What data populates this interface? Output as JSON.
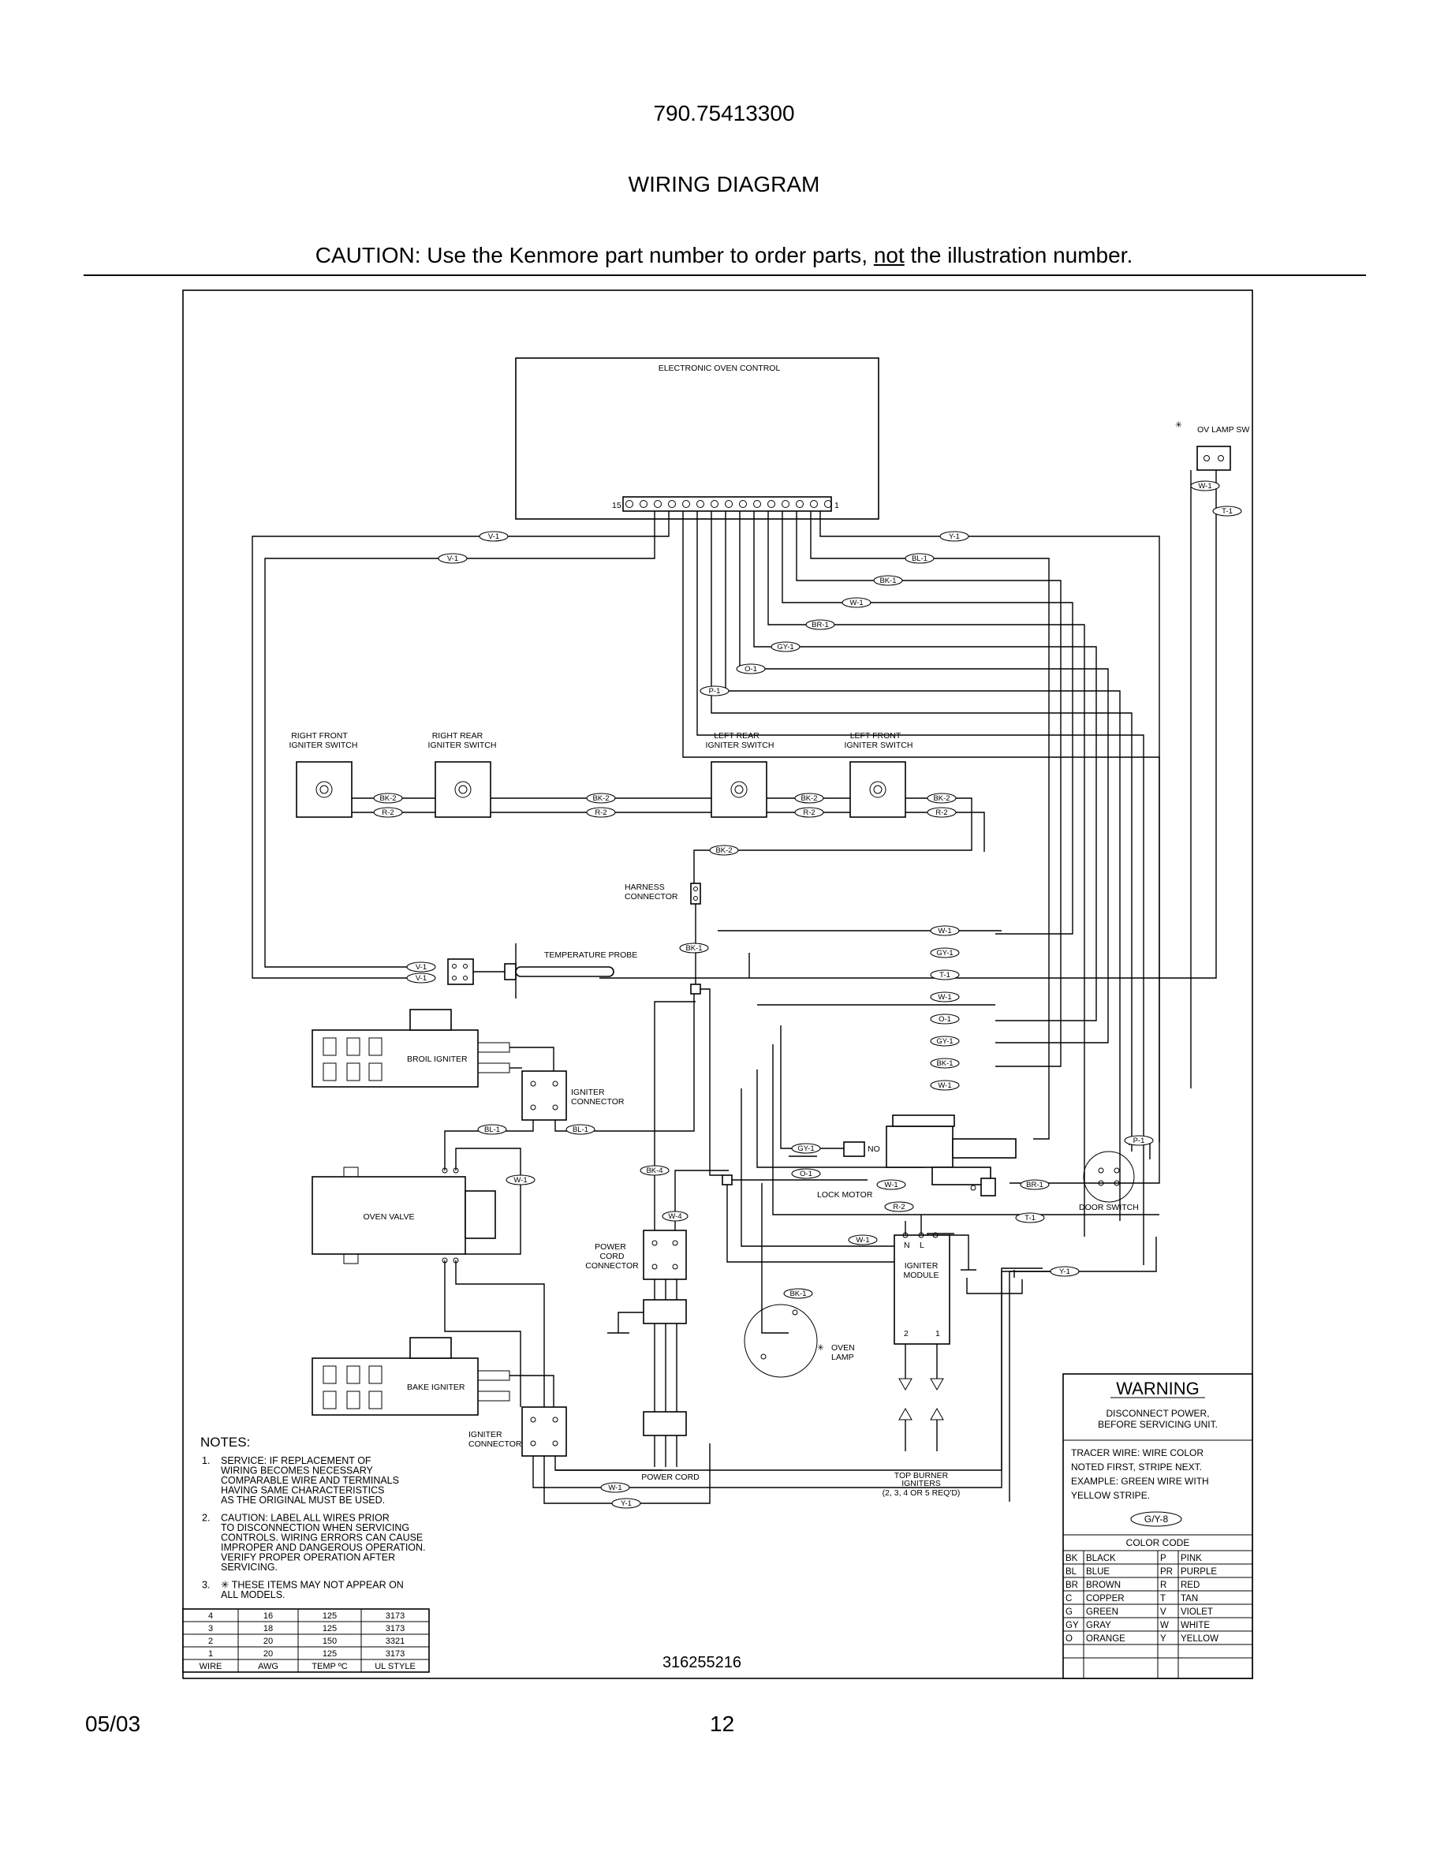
{
  "header": {
    "model_number": "790.75413300",
    "title": "WIRING DIAGRAM",
    "caution_prefix": "CAUTION: Use the Kenmore part number to order parts, ",
    "caution_emphasis": "not",
    "caution_suffix": " the illustration number."
  },
  "footer": {
    "date": "05/03",
    "page": "12"
  },
  "diagram": {
    "control": {
      "label": "ELECTRONIC OVEN CONTROL",
      "pin_first": "15",
      "pin_last": "1"
    },
    "ov_lamp_sw": "OV LAMP SW",
    "igniter_switches": [
      {
        "line1": "RIGHT FRONT",
        "line2": "IGNITER SWITCH"
      },
      {
        "line1": "RIGHT REAR",
        "line2": "IGNITER SWITCH"
      },
      {
        "line1": "LEFT REAR",
        "line2": "IGNITER SWITCH"
      },
      {
        "line1": "LEFT FRONT",
        "line2": "IGNITER SWITCH"
      }
    ],
    "harness_connector": {
      "line1": "HARNESS",
      "line2": "CONNECTOR"
    },
    "temperature_probe": "TEMPERATURE PROBE",
    "broil_igniter": "BROIL IGNITER",
    "bake_igniter": "BAKE IGNITER",
    "igniter_connector": {
      "line1": "IGNITER",
      "line2": "CONNECTOR"
    },
    "oven_valve": "OVEN VALVE",
    "power_cord_connector": {
      "line1": "POWER",
      "line2": "CORD",
      "line3": "CONNECTOR"
    },
    "power_cord": "POWER CORD",
    "lock_motor": "LOCK MOTOR",
    "no_label": "NO",
    "door_switch": "DOOR SWITCH",
    "igniter_module": {
      "line1": "IGNITER",
      "line2": "MODULE",
      "n": "N",
      "l": "L",
      "t2": "2",
      "t1": "1"
    },
    "oven_lamp": {
      "line1": "OVEN",
      "line2": "LAMP"
    },
    "top_burner": {
      "line1": "TOP BURNER",
      "line2": "IGNITERS",
      "line3": "(2, 3, 4 OR 5 REQ'D)"
    },
    "star": "✳",
    "part_number": "316255216",
    "wire_tags": {
      "v1": "V-1",
      "y1": "Y-1",
      "bl1": "BL-1",
      "bk1": "BK-1",
      "w1": "W-1",
      "br1": "BR-1",
      "gy1": "GY-1",
      "o1": "O-1",
      "p1": "P-1",
      "t1": "T-1",
      "bk2": "BK-2",
      "r2": "R-2",
      "bk4": "BK-4",
      "w4": "W-4",
      "gy": "G/Y-8"
    }
  },
  "notes": {
    "heading": "NOTES:",
    "items": [
      {
        "num": "1.",
        "lines": [
          "SERVICE:   IF REPLACEMENT OF",
          "WIRING BECOMES NECESSARY",
          "COMPARABLE WIRE AND TERMINALS",
          "HAVING SAME CHARACTERISTICS",
          "AS THE ORIGINAL MUST BE USED."
        ]
      },
      {
        "num": "2.",
        "lines": [
          "CAUTION:   LABEL ALL WIRES PRIOR",
          "TO DISCONNECTION WHEN SERVICING",
          "CONTROLS.   WIRING ERRORS CAN CAUSE",
          "IMPROPER AND DANGEROUS OPERATION.",
          "VERIFY PROPER OPERATION AFTER",
          "SERVICING."
        ]
      },
      {
        "num": "3.",
        "lines": [
          "✳ THESE ITEMS MAY NOT APPEAR ON",
          "ALL MODELS."
        ]
      }
    ]
  },
  "wire_table": {
    "headers": [
      "WIRE",
      "AWG",
      "TEMP ºC",
      "UL STYLE"
    ],
    "rows": [
      [
        "4",
        "16",
        "125",
        "3173"
      ],
      [
        "3",
        "18",
        "125",
        "3173"
      ],
      [
        "2",
        "20",
        "150",
        "3321"
      ],
      [
        "1",
        "20",
        "125",
        "3173"
      ]
    ]
  },
  "warning": {
    "title": "WARNING",
    "line1": "DISCONNECT POWER,",
    "line2": "BEFORE SERVICING UNIT.",
    "tracer": [
      "TRACER WIRE:   WIRE COLOR",
      "NOTED FIRST, STRIPE NEXT.",
      "EXAMPLE:   GREEN WIRE WITH",
      "YELLOW STRIPE."
    ],
    "color_code_title": "COLOR CODE",
    "colors": [
      [
        "BK",
        "BLACK",
        "P",
        "PINK"
      ],
      [
        "BL",
        "BLUE",
        "PR",
        "PURPLE"
      ],
      [
        "BR",
        "BROWN",
        "R",
        "RED"
      ],
      [
        "C",
        "COPPER",
        "T",
        "TAN"
      ],
      [
        "G",
        "GREEN",
        "V",
        "VIOLET"
      ],
      [
        "GY",
        "GRAY",
        "W",
        "WHITE"
      ],
      [
        "O",
        "ORANGE",
        "Y",
        "YELLOW"
      ]
    ]
  }
}
